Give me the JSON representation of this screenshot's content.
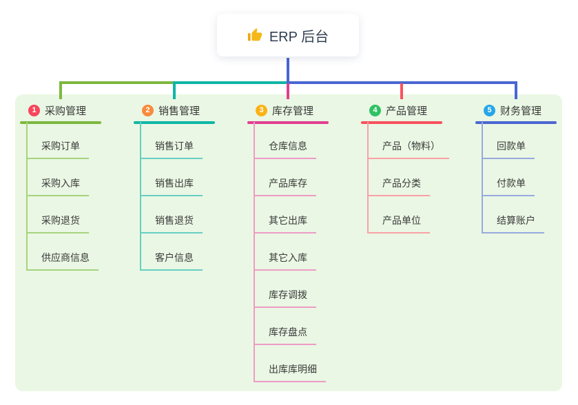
{
  "root": {
    "title": "ERP 后台",
    "icon": "thumbs-up-icon"
  },
  "colors": {
    "panel_bg": "#eaf7e4",
    "root_connector": "#4a63d4",
    "root_text": "#2f3e50",
    "icon_gold": "#f5b818"
  },
  "branches": [
    {
      "badge": "1",
      "title": "采购管理",
      "badge_color": "#f8465c",
      "line_color": "#7db83f",
      "child_line_color": "#a6d37d",
      "children": [
        "采购订单",
        "采购入库",
        "采购退货",
        "供应商信息"
      ]
    },
    {
      "badge": "2",
      "title": "销售管理",
      "badge_color": "#fa8a3d",
      "line_color": "#0fb6a6",
      "child_line_color": "#66cfc1",
      "children": [
        "销售订单",
        "销售出库",
        "销售退货",
        "客户信息"
      ]
    },
    {
      "badge": "3",
      "title": "库存管理",
      "badge_color": "#fbb216",
      "line_color": "#e03f90",
      "child_line_color": "#ee9bc5",
      "children": [
        "仓库信息",
        "产品库存",
        "其它出库",
        "其它入库",
        "库存调拨",
        "库存盘点",
        "出库库明细"
      ]
    },
    {
      "badge": "4",
      "title": "产品管理",
      "badge_color": "#2fc163",
      "line_color": "#f8515e",
      "child_line_color": "#faa0a6",
      "children": [
        "产品（物料）",
        "产品分类",
        "产品单位"
      ]
    },
    {
      "badge": "5",
      "title": "财务管理",
      "badge_color": "#25a6e9",
      "line_color": "#4a66d2",
      "child_line_color": "#96a9dd",
      "children": [
        "回款单",
        "付款单",
        "结算账户"
      ]
    }
  ]
}
